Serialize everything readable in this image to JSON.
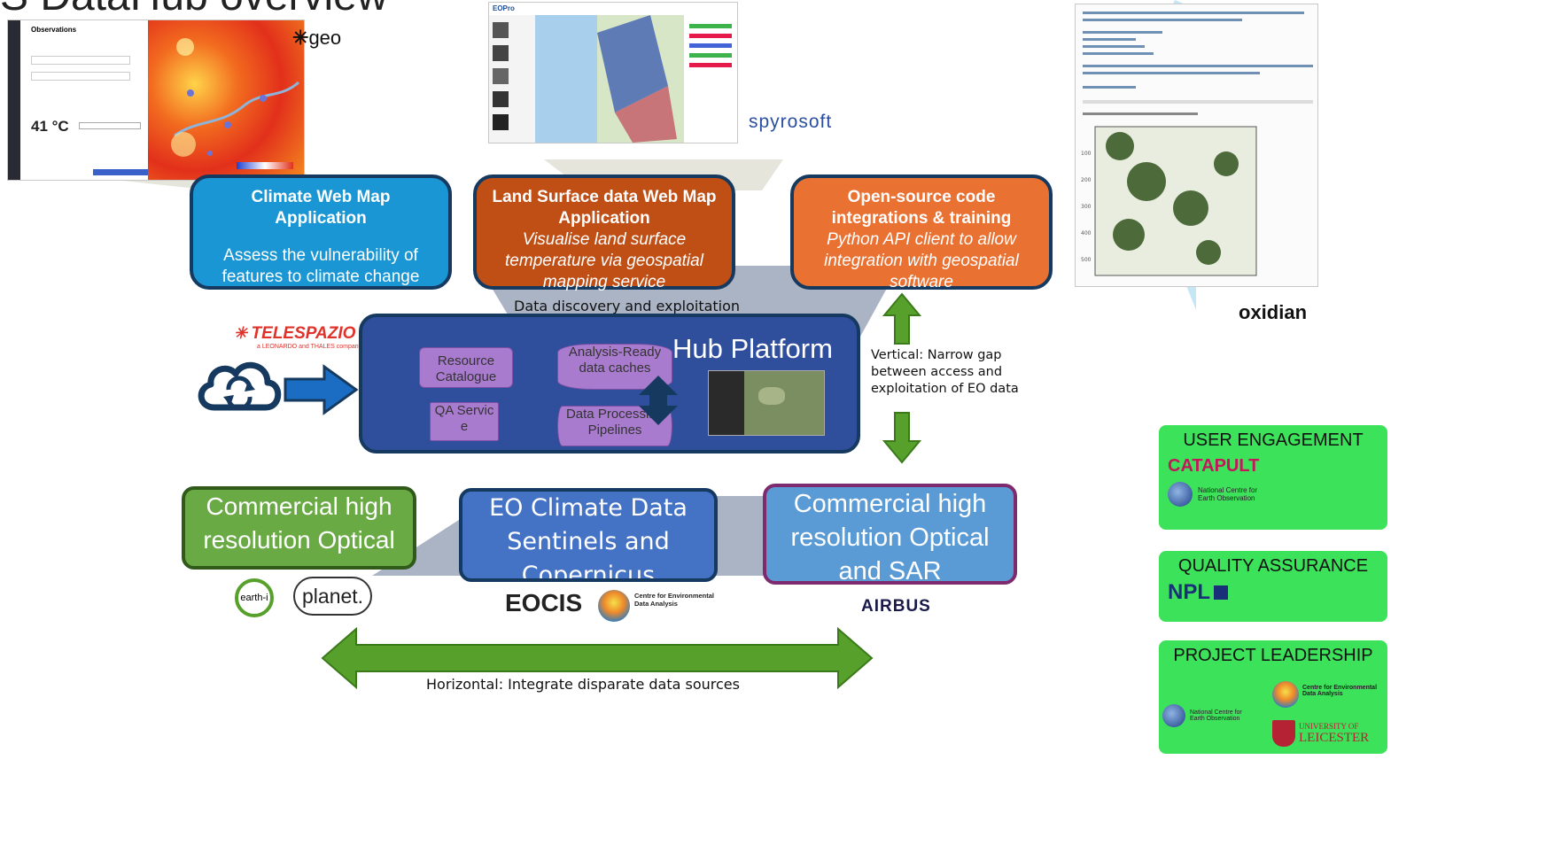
{
  "title": "S DataHub overview",
  "apps": {
    "climate": {
      "title": "Climate Web Map Application",
      "desc": "Assess the vulnerability of features to climate change",
      "color": "#1996d3"
    },
    "land": {
      "title": "Land Surface data Web Map Application",
      "desc": "Visualise land surface temperature via geospatial mapping service",
      "color": "#c04f15"
    },
    "opensource": {
      "title": "Open-source code integrations & training",
      "desc": "Python API client to allow integration with geospatial software",
      "color": "#e97132"
    }
  },
  "data_discovery": "Data discovery and exploitation",
  "hub": {
    "title": "Hub Platform",
    "resource_catalogue": "Resource Catalogue",
    "qa_service": "QA Servic e",
    "ard_caches": "Analysis-Ready data caches",
    "pipelines": "Data Processing Pipelines",
    "color": "#2f4e9c"
  },
  "vertical_note": "Vertical: Narrow gap between access and exploitation of EO data",
  "horizontal_note": "Horizontal: Integrate disparate data sources",
  "sources": {
    "optical": {
      "label": "Commercial high resolution Optical",
      "color": "#6aaa45"
    },
    "eo_climate": {
      "label": "EO Climate Data Sentinels and Copernicus",
      "color": "#4472c4"
    },
    "optical_sar": {
      "label": "Commercial high resolution Optical and SAR",
      "color": "#5b9bd5"
    }
  },
  "side": {
    "user_engagement": "USER ENGAGEMENT",
    "quality_assurance": "QUALITY ASSURANCE",
    "project_leadership": "PROJECT LEADERSHIP"
  },
  "logos": {
    "geo": "geo",
    "spyrosoft": "spyrosoft",
    "oxidian": "oxidian",
    "telespazio": "TELESPAZIO",
    "telespazio_sub": "a LEONARDO and THALES company",
    "earthi": "earth-i",
    "planet": "planet.",
    "eocis": "EOCIS",
    "ceda": "Centre for Environmental Data Analysis",
    "airbus": "AIRBUS",
    "catapult": "CATAPULT",
    "nceo": "National Centre for Earth Observation",
    "npl": "NPL",
    "leicester_top": "UNIVERSITY OF",
    "leicester_bottom": "LEICESTER"
  },
  "screens": {
    "temp_value": "41 °C",
    "observations": "Observations",
    "eopro": "EOPro"
  },
  "colors": {
    "arrow_green": "#56a02b",
    "hub_border": "#163a5f",
    "side_green": "#3de25b",
    "funnel_gray": "#aab4c5",
    "callout_blue": "#c4e6f5",
    "callout_gray": "#e5e5dc"
  },
  "icons": [
    "cloud-sync-icon",
    "right-arrow-icon",
    "up-down-arrow-icon",
    "double-headed-arrow-icon"
  ]
}
